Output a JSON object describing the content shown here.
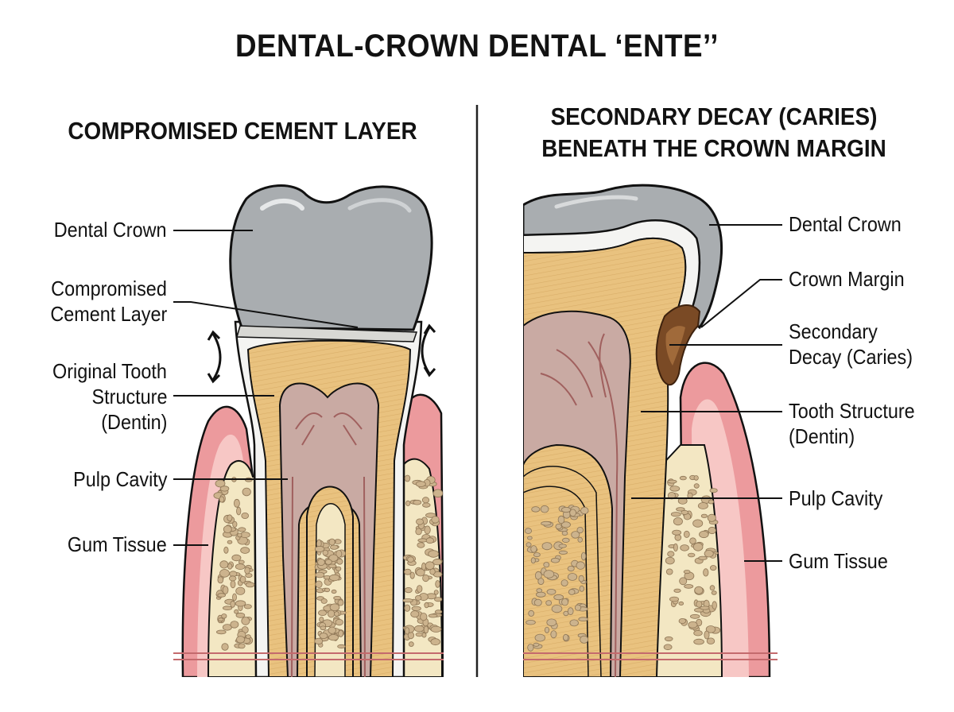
{
  "title": "DENTAL-CROWN DENTAL ‘ENTE’’",
  "left_panel": {
    "heading": "COMPROMISED CEMENT LAYER",
    "labels": {
      "dental_crown": "Dental Crown",
      "cement_1": "Compromised",
      "cement_2": "Cement Layer",
      "dentin_1": "Original Tooth",
      "dentin_2": "Structure",
      "dentin_3": "(Dentin)",
      "pulp": "Pulp Cavity",
      "gum": "Gum Tissue"
    }
  },
  "right_panel": {
    "heading_1": "SECONDARY DECAY (CARIES)",
    "heading_2": "BENEATH THE CROWN MARGIN",
    "labels": {
      "dental_crown": "Dental Crown",
      "margin": "Crown Margin",
      "decay_1": "Secondary",
      "decay_2": "Decay (Caries)",
      "dentin_1": "Tooth Structure",
      "dentin_2": "(Dentin)",
      "pulp": "Pulp Cavity",
      "gum": "Gum Tissue"
    }
  },
  "colors": {
    "crown": "#a9adb0",
    "crown_light": "#cfd2d4",
    "cement": "#f1f1ef",
    "dentin": "#e9c27f",
    "pulp": "#c9aaa3",
    "nerve": "#a0605e",
    "gum": "#ec9a9d",
    "gum_light": "#f7c7c5",
    "bone": "#f3e7c3",
    "bone_spot": "#ccb38d",
    "decay": "#7a4a25",
    "line": "#111111"
  }
}
